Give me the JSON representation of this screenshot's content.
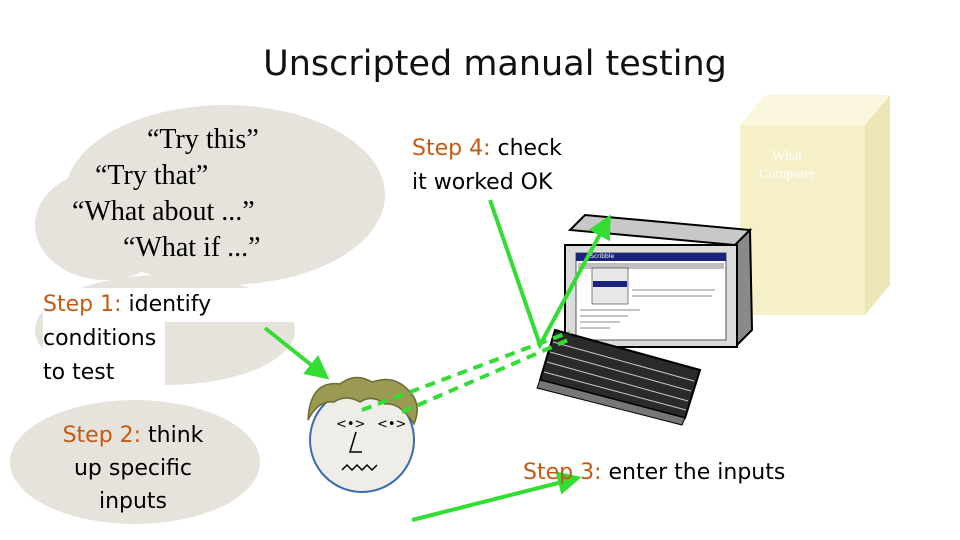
{
  "title": "Unscripted manual testing",
  "thoughts": [
    "“Try this”",
    "“Try that”",
    "“What about ...”",
    "“What if ...”"
  ],
  "steps": {
    "step1": {
      "num": "Step 1:",
      "line1": " identify",
      "line2": "conditions",
      "line3": "to test"
    },
    "step2": {
      "num": "Step 2:",
      "line1": " think",
      "line2": "up specific",
      "line3": "inputs"
    },
    "step3": {
      "num": "Step 3:",
      "text": " enter the inputs"
    },
    "step4": {
      "num": "Step 4:",
      "line1": " check",
      "line2": "it worked OK"
    }
  },
  "computer_label": [
    "What",
    "Computer"
  ],
  "screen_window_title": "Scribble",
  "colors": {
    "bubble": "#e6e3dc",
    "arrow": "#33dd33",
    "step_number": "#c55a11",
    "tower": "#f6f0c8"
  }
}
